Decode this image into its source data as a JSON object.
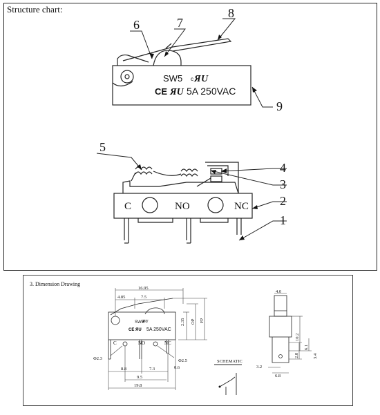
{
  "structure": {
    "heading": "Structure chart:",
    "callouts": [
      "1",
      "2",
      "3",
      "4",
      "5",
      "6",
      "7",
      "8",
      "9"
    ],
    "label_model": "SW5",
    "label_rating": "5A 250VAC",
    "terminals": {
      "c": "C",
      "no": "NO",
      "nc": "NC"
    }
  },
  "dimension": {
    "heading": "3. Dimension Drawing",
    "model": "SW5",
    "rating": "5A 250VAC",
    "terminals": {
      "c": "C",
      "no": "NO",
      "nc": "NC"
    },
    "dims": {
      "total": "16.95",
      "d485": "4.85",
      "d75": "7.5",
      "d235": "2.35",
      "op": "OP",
      "fp": "FP",
      "dia23": "Φ2.3",
      "dia25": "Φ2.5",
      "d06": "0.6",
      "d88": "8.8",
      "d73": "7.3",
      "d95": "9.5",
      "d198": "19.8",
      "d40": "4.0",
      "d102": "10.2",
      "d61": "6.1",
      "d28": "2.8",
      "d34": "3.4",
      "d32": "3.2",
      "d68": "6.8"
    },
    "schematic": "SCHEMATIC"
  }
}
